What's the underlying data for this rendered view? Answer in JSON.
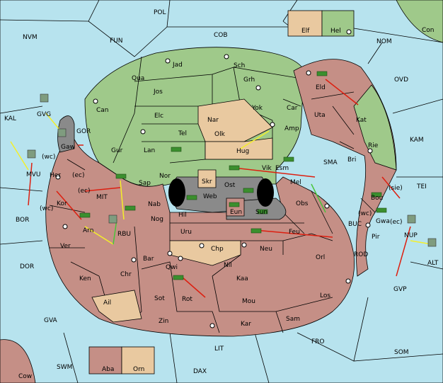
{
  "colors": {
    "sea": "#b7e3ee",
    "green_player": "#9fc98a",
    "red_player": "#c58f86",
    "neutral": "#e9c9a0",
    "impassable": "#8a8a8a",
    "order_move_red": "#dd1f10",
    "order_move_yellow": "#f4ef2a",
    "order_support_green": "#49c43a"
  },
  "legend": {
    "elf": "Elf",
    "hel": "Hel",
    "aba": "Aba",
    "orn": "Orn"
  },
  "regions": {
    "pol": "POL",
    "fun": "FUN",
    "nvm": "NVM",
    "cob": "COB",
    "nom": "NOM",
    "con": "Con",
    "ovd": "OVD",
    "kal": "KAL",
    "gvg": "GVG",
    "gor": "GOR",
    "gaw": "Gaw",
    "mvu": "MVU",
    "wc1": "(wc)",
    "kam": "KAM",
    "tei": "TEI",
    "bor": "BOR",
    "dor": "DOR",
    "gva": "GVA",
    "swm": "SWM",
    "cow": "Cow",
    "lit": "LIT",
    "dax": "DAX",
    "fro": "FRO",
    "som": "SOM",
    "gvp": "GVP",
    "alt": "ALT",
    "nup": "NUP",
    "buc": "BUC",
    "rod": "ROD",
    "sma": "SMA",
    "mit": "MIT",
    "rbu": "RBU",
    "jad": "Jad",
    "sch": "Sch",
    "qua": "Qua",
    "jos": "Jos",
    "grh": "Grh",
    "can": "Can",
    "yok": "Yok",
    "car": "Car",
    "elc": "Elc",
    "nar": "Nar",
    "tel": "Tel",
    "olk": "Olk",
    "amp": "Amp",
    "gur": "Gur",
    "lan": "Lan",
    "hug": "Hug",
    "nor": "Nor",
    "esm": "Esm",
    "vik": "Vik",
    "sap": "Sap",
    "skr": "Skr",
    "ost": "Ost",
    "web": "Web",
    "mel": "Mel",
    "eun": "Eun",
    "sun": "Sun",
    "obs": "Obs",
    "eld": "Eld",
    "uta": "Uta",
    "kat": "Kat",
    "rie": "Rie",
    "bri": "Bri",
    "bou": "Bou",
    "sie": "(sie)",
    "wc2": "(wc)",
    "gwa": "Gwa",
    "ec1": "(ec)",
    "pir": "Pir",
    "her": "Her",
    "ec2": "(ec)",
    "ec3": "(ec)",
    "kor": "Kor",
    "wc3": "(wc)",
    "arn": "Arn",
    "ver": "Ver",
    "ken": "Ken",
    "chr": "Chr",
    "ail": "Ail",
    "nab": "Nab",
    "hil": "Hil",
    "nog": "Nog",
    "uru": "Uru",
    "feu": "Feu",
    "chp": "Chp",
    "neu": "Neu",
    "orl": "Orl",
    "bar": "Bar",
    "qwi": "Qwi",
    "nil": "Nil",
    "kaa": "Kaa",
    "sot": "Sot",
    "rot": "Rot",
    "mou": "Mou",
    "los": "Los",
    "zin": "Zin",
    "kar": "Kar",
    "sam": "Sam"
  }
}
